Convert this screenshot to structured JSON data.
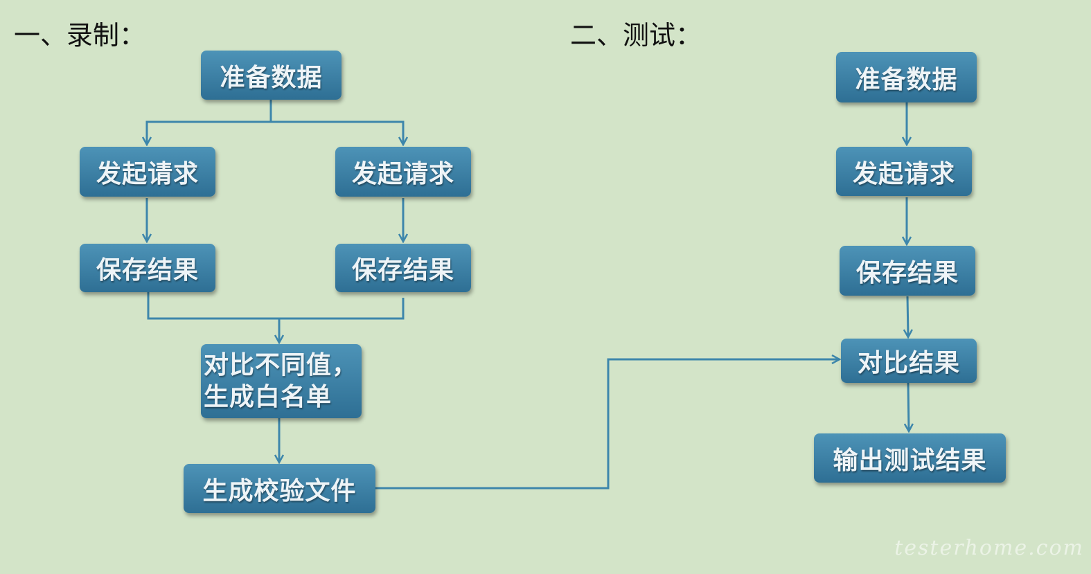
{
  "section1": {
    "title": "一、录制：",
    "nodes": {
      "prepare": "准备数据",
      "request_left": "发起请求",
      "request_right": "发起请求",
      "save_left": "保存结果",
      "save_right": "保存结果",
      "compare_line1": "对比不同值，",
      "compare_line2": "生成白名单",
      "generate": "生成校验文件"
    }
  },
  "section2": {
    "title": "二、测试：",
    "nodes": {
      "prepare": "准备数据",
      "request": "发起请求",
      "save": "保存结果",
      "compare": "对比结果",
      "output": "输出测试结果"
    }
  },
  "watermark": "testerhome.com",
  "colors": {
    "background": "#d3e4c8",
    "node_fill": "#3b7fa6",
    "connector": "#3d86ab"
  }
}
